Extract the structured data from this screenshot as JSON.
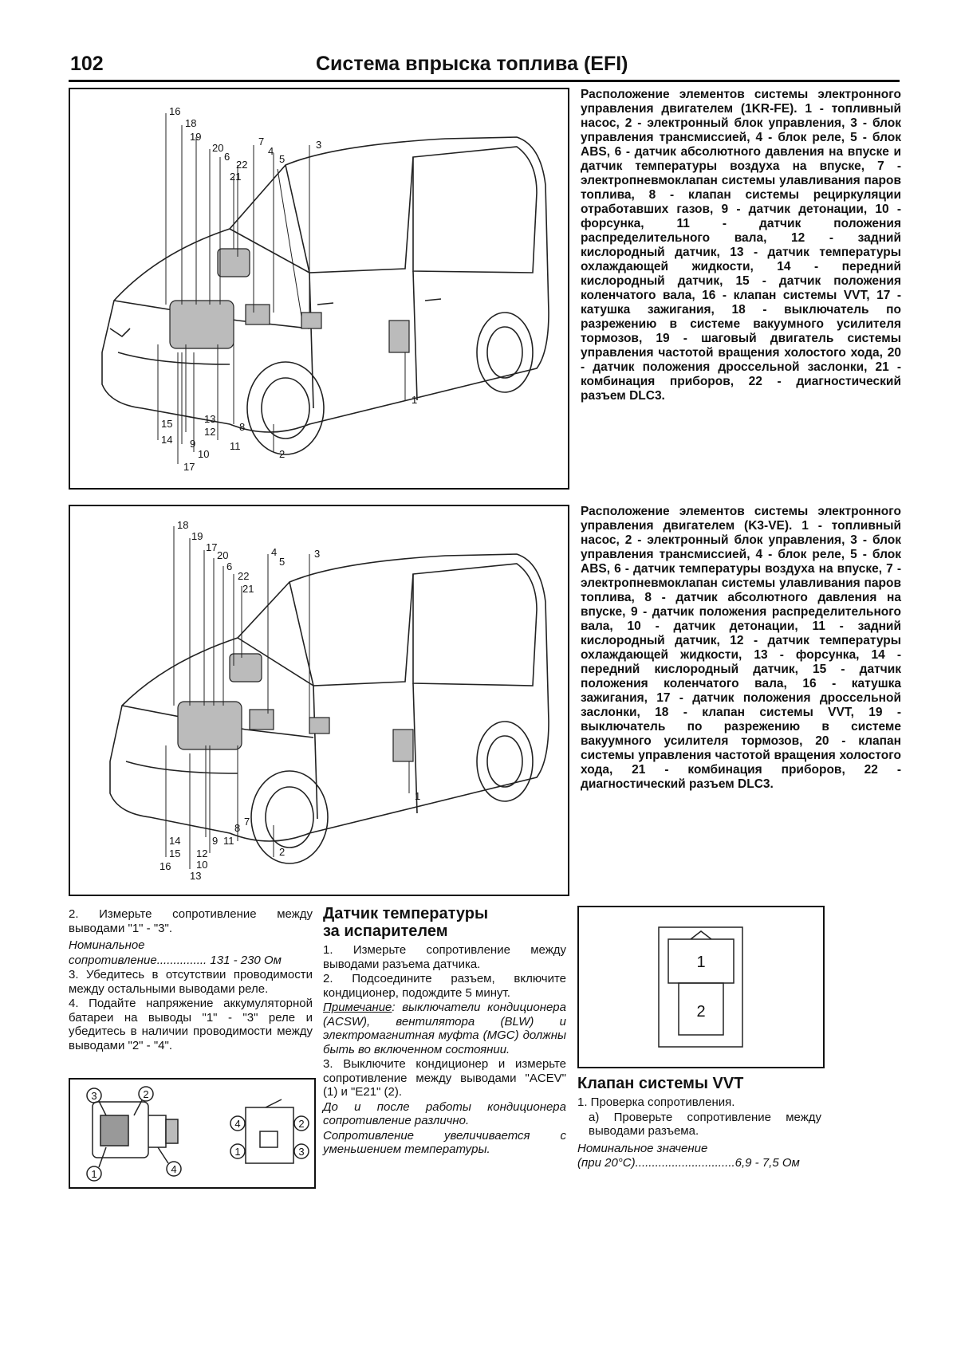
{
  "header": {
    "page_number": "102",
    "title": "Система впрыска топлива (EFI)"
  },
  "figure1": {
    "caption": "Расположение элементов системы электронного управления двигателем (1KR-FE). 1 - топливный насос, 2 - электронный блок управления, 3 - блок управления трансмиссией, 4 - блок реле, 5 - блок ABS, 6 - датчик абсолютного давления на впуске и датчик температуры воздуха на впуске, 7 - электропневмоклапан системы улавливания паров топлива, 8 - клапан системы рециркуляции отработавших газов, 9 - датчик детонации, 10 - форсунка, 11 - датчик положения распределительного вала, 12 - задний кислородный датчик, 13 - датчик температуры охлаждающей жидкости, 14 - передний кислородный датчик, 15 - датчик положения коленчатого вала, 16 - клапан системы VVT, 17 - катушка зажигания, 18 - выключатель по разрежению в системе вакуумного усилителя тормозов, 19 - шаговый двигатель системы управления частотой вращения холостого хода, 20 - датчик положения дроссельной заслонки, 21 - комбинация приборов, 22 - диагностический разъем DLC3.",
    "callouts": [
      "16",
      "18",
      "19",
      "20",
      "6",
      "22",
      "21",
      "7",
      "4",
      "5",
      "3",
      "1",
      "15",
      "14",
      "13",
      "12",
      "9",
      "10",
      "17",
      "11",
      "8",
      "2"
    ]
  },
  "figure2": {
    "caption": "Расположение элементов системы электронного управления двигателем (K3-VE). 1 - топливный насос, 2 - электронный блок управления, 3 - блок управления трансмиссией, 4 - блок реле, 5 - блок ABS, 6 - датчик температуры воздуха на впуске, 7 - электропневмоклапан системы улавливания паров топлива, 8 - датчик абсолютного давления на впуске, 9 - датчик положения распределительного вала, 10 - датчик детонации, 11 - задний кислородный датчик, 12 - датчик температуры охлаждающей жидкости, 13 - форсунка, 14 - передний кислородный датчик, 15 - датчик положения коленчатого вала, 16 - катушка зажигания, 17 - датчик положения дроссельной заслонки, 18 - клапан системы VVT, 19 - выключатель по разрежению в системе вакуумного усилителя тормозов, 20 - клапан системы управления частотой вращения холостого хода, 21 - комбинация приборов, 22 - диагностический разъем DLC3.",
    "callouts": [
      "18",
      "19",
      "17",
      "20",
      "6",
      "22",
      "21",
      "4",
      "5",
      "3",
      "1",
      "14",
      "15",
      "16",
      "12",
      "9",
      "11",
      "10",
      "13",
      "7",
      "8",
      "2"
    ]
  },
  "left_col": {
    "p1": "2. Измерьте сопротивление между выводами \"1\" - \"3\".",
    "spec_label": "Номинальное",
    "spec_name": "сопротивление",
    "spec_dots": "...............",
    "spec_value": "131 - 230 Ом",
    "p2": "3. Убедитесь в отсутствии проводимости между остальными выводами реле.",
    "p3": "4. Подайте напряжение аккумуляторной батареи на выводы \"1\" - \"3\" реле и убедитесь в наличии проводимости между выводами \"2\" - \"4\".",
    "relay_labels": [
      "3",
      "2",
      "1",
      "4"
    ],
    "schematic_labels": [
      "4",
      "2",
      "1",
      "3"
    ]
  },
  "mid_col": {
    "title_line1": "Датчик температуры",
    "title_line2": "за испарителем",
    "p1": "1. Измерьте сопротивление между выводами разъема датчика.",
    "p2": "2. Подсоедините разъем, включите кондиционер, подождите 5 минут.",
    "note_label": "Примечание",
    "note_text": ": выключатели кондиционера (ACSW), вентилятора (BLW) и электромагнитная муфта (MGC) должны быть во включенном состоянии.",
    "p3": "3. Выключите кондиционер и измерьте сопротивление между выводами \"ACEV\" (1) и \"E21\" (2).",
    "p4": "До и после работы кондиционера сопротивление различно.",
    "p5": "Сопротивление увеличивается с уменьшением температуры."
  },
  "right_col": {
    "connector_labels": [
      "1",
      "2"
    ],
    "title": "Клапан системы VVT",
    "p1": "1. Проверка сопротивления.",
    "p2": "а) Проверьте сопротивление между выводами разъема.",
    "spec_label": "Номинальное значение",
    "spec_name": "(при 20°С)",
    "spec_dots": "..............................",
    "spec_value": "6,9 - 7,5 Ом"
  }
}
